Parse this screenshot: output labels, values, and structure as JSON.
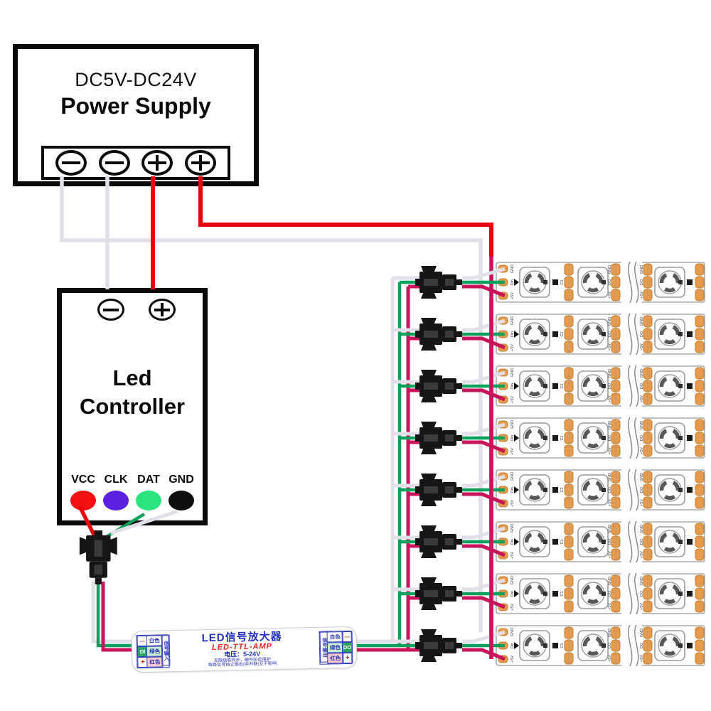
{
  "power_supply": {
    "subtitle": "DC5V-DC24V",
    "title": "Power Supply",
    "terminals": [
      "minus",
      "minus",
      "plus",
      "plus"
    ]
  },
  "led_controller": {
    "terminals": [
      "minus",
      "plus"
    ],
    "title_line1": "Led",
    "title_line2": "Controller",
    "pins": [
      {
        "label": "VCC",
        "color": "#f01212"
      },
      {
        "label": "CLK",
        "color": "#5b21e0"
      },
      {
        "label": "DAT",
        "color": "#2ce47d"
      },
      {
        "label": "GND",
        "color": "#0d0d0d"
      }
    ]
  },
  "amplifier": {
    "title": "LED信号放大器",
    "model": "LED-TTL-AMP",
    "voltage": "电压：5-24V",
    "notes": [
      "无限级联同步，硬件防反保护",
      "每路信号独立输出(非并联)互不影响"
    ],
    "input_label": "信号输入",
    "output_label": "信号输出",
    "input_rows": [
      {
        "sym": "—",
        "name": "白色"
      },
      {
        "sym": "DI",
        "name": "绿色"
      },
      {
        "sym": "+",
        "name": "红色"
      }
    ],
    "output_rows": [
      {
        "name": "白色",
        "sym": "—"
      },
      {
        "name": "绿色",
        "sym": "DO"
      },
      {
        "name": "红色",
        "sym": "+"
      }
    ]
  },
  "led_strips": {
    "count": 8,
    "input_pad_labels": [
      "GND",
      "Din",
      "+5V"
    ],
    "mid_pad_labels": [
      "GND",
      "DO",
      "+5V"
    ],
    "component_label": "C1"
  },
  "wire_colors": {
    "red": "#e8000d",
    "crimson": "#c9135a",
    "green": "#0ba05c",
    "white": "#e2dfe9",
    "connector_black": "#161616",
    "pad_orange": "#e69a4d"
  }
}
